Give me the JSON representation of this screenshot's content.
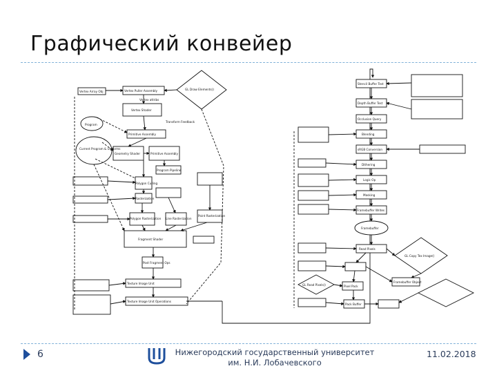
{
  "slide": {
    "title": "Графический конвейер",
    "page_number": "6",
    "university": "Нижегородский государственный университет им. Н.И. Лобачевского",
    "date": "11.02.2018"
  },
  "colors": {
    "rule": "#7fb0d8",
    "accent": "#1e4f9c",
    "footer_text": "#2a3b5a"
  },
  "diagram": {
    "left": {
      "nodes": [
        {
          "id": "vertex-array",
          "text": "Vertex Array Obj"
        },
        {
          "id": "vertex-puller",
          "text": "Vertex Puller Assembly"
        },
        {
          "id": "vertex-attr",
          "text": "Vertex attribs"
        },
        {
          "id": "vertex-shader",
          "text": "Vertex Shader"
        },
        {
          "id": "transform-feedback",
          "text": "Transform Feedback"
        },
        {
          "id": "primitive-assembly",
          "text": "Primitive Assembly"
        },
        {
          "id": "geometry-shader",
          "text": "Geometry Shader"
        },
        {
          "id": "primitive-assembly-2",
          "text": "Primitive Assembly"
        },
        {
          "id": "program-pipeline",
          "text": "Program Pipeline"
        },
        {
          "id": "current-program",
          "text": "Current Program & Uniforms"
        },
        {
          "id": "raster",
          "text": "Rasterization"
        },
        {
          "id": "fragment-shader",
          "text": "Fragment Shader"
        },
        {
          "id": "point-culling",
          "text": "Polygon Culling"
        },
        {
          "id": "polygon-rast",
          "text": "Polygon Rasterization"
        },
        {
          "id": "line-rast",
          "text": "Line Rasterization"
        },
        {
          "id": "point-rast",
          "text": "Point Rasterization"
        },
        {
          "id": "post-fs",
          "text": "Post Fragment Ops"
        },
        {
          "id": "texture-image",
          "text": "Texture Image Unit"
        },
        {
          "id": "texture-unit",
          "text": "Texture Image Unit Operations"
        }
      ],
      "diamond": "GL Draw Elements()",
      "ellipses": [
        "Program",
        "Current Program & Uniforms"
      ]
    },
    "right": {
      "nodes": [
        {
          "id": "stencil-test",
          "text": "Stencil Buffer Test"
        },
        {
          "id": "depth-test",
          "text": "Depth Buffer Test"
        },
        {
          "id": "occlusion",
          "text": "Occlusion Query"
        },
        {
          "id": "blending",
          "text": "Blending"
        },
        {
          "id": "srgb",
          "text": "sRGB Conversion"
        },
        {
          "id": "dithering",
          "text": "Dithering"
        },
        {
          "id": "logic-op",
          "text": "Logic Op"
        },
        {
          "id": "masking",
          "text": "Masking"
        },
        {
          "id": "framebuffer",
          "text": "Framebuffer Writes"
        },
        {
          "id": "read-pixels",
          "text": "Read Pixels"
        },
        {
          "id": "pixel-pack",
          "text": "Pixel Pack"
        },
        {
          "id": "pack-buffer",
          "text": "Pack Buffer"
        },
        {
          "id": "framebuffer-obj",
          "text": "Framebuffer Object"
        }
      ],
      "ellipse": "Framebuffer",
      "diamonds": [
        "GL Read Pixels()",
        "GL Copy Tex Image()"
      ]
    }
  }
}
